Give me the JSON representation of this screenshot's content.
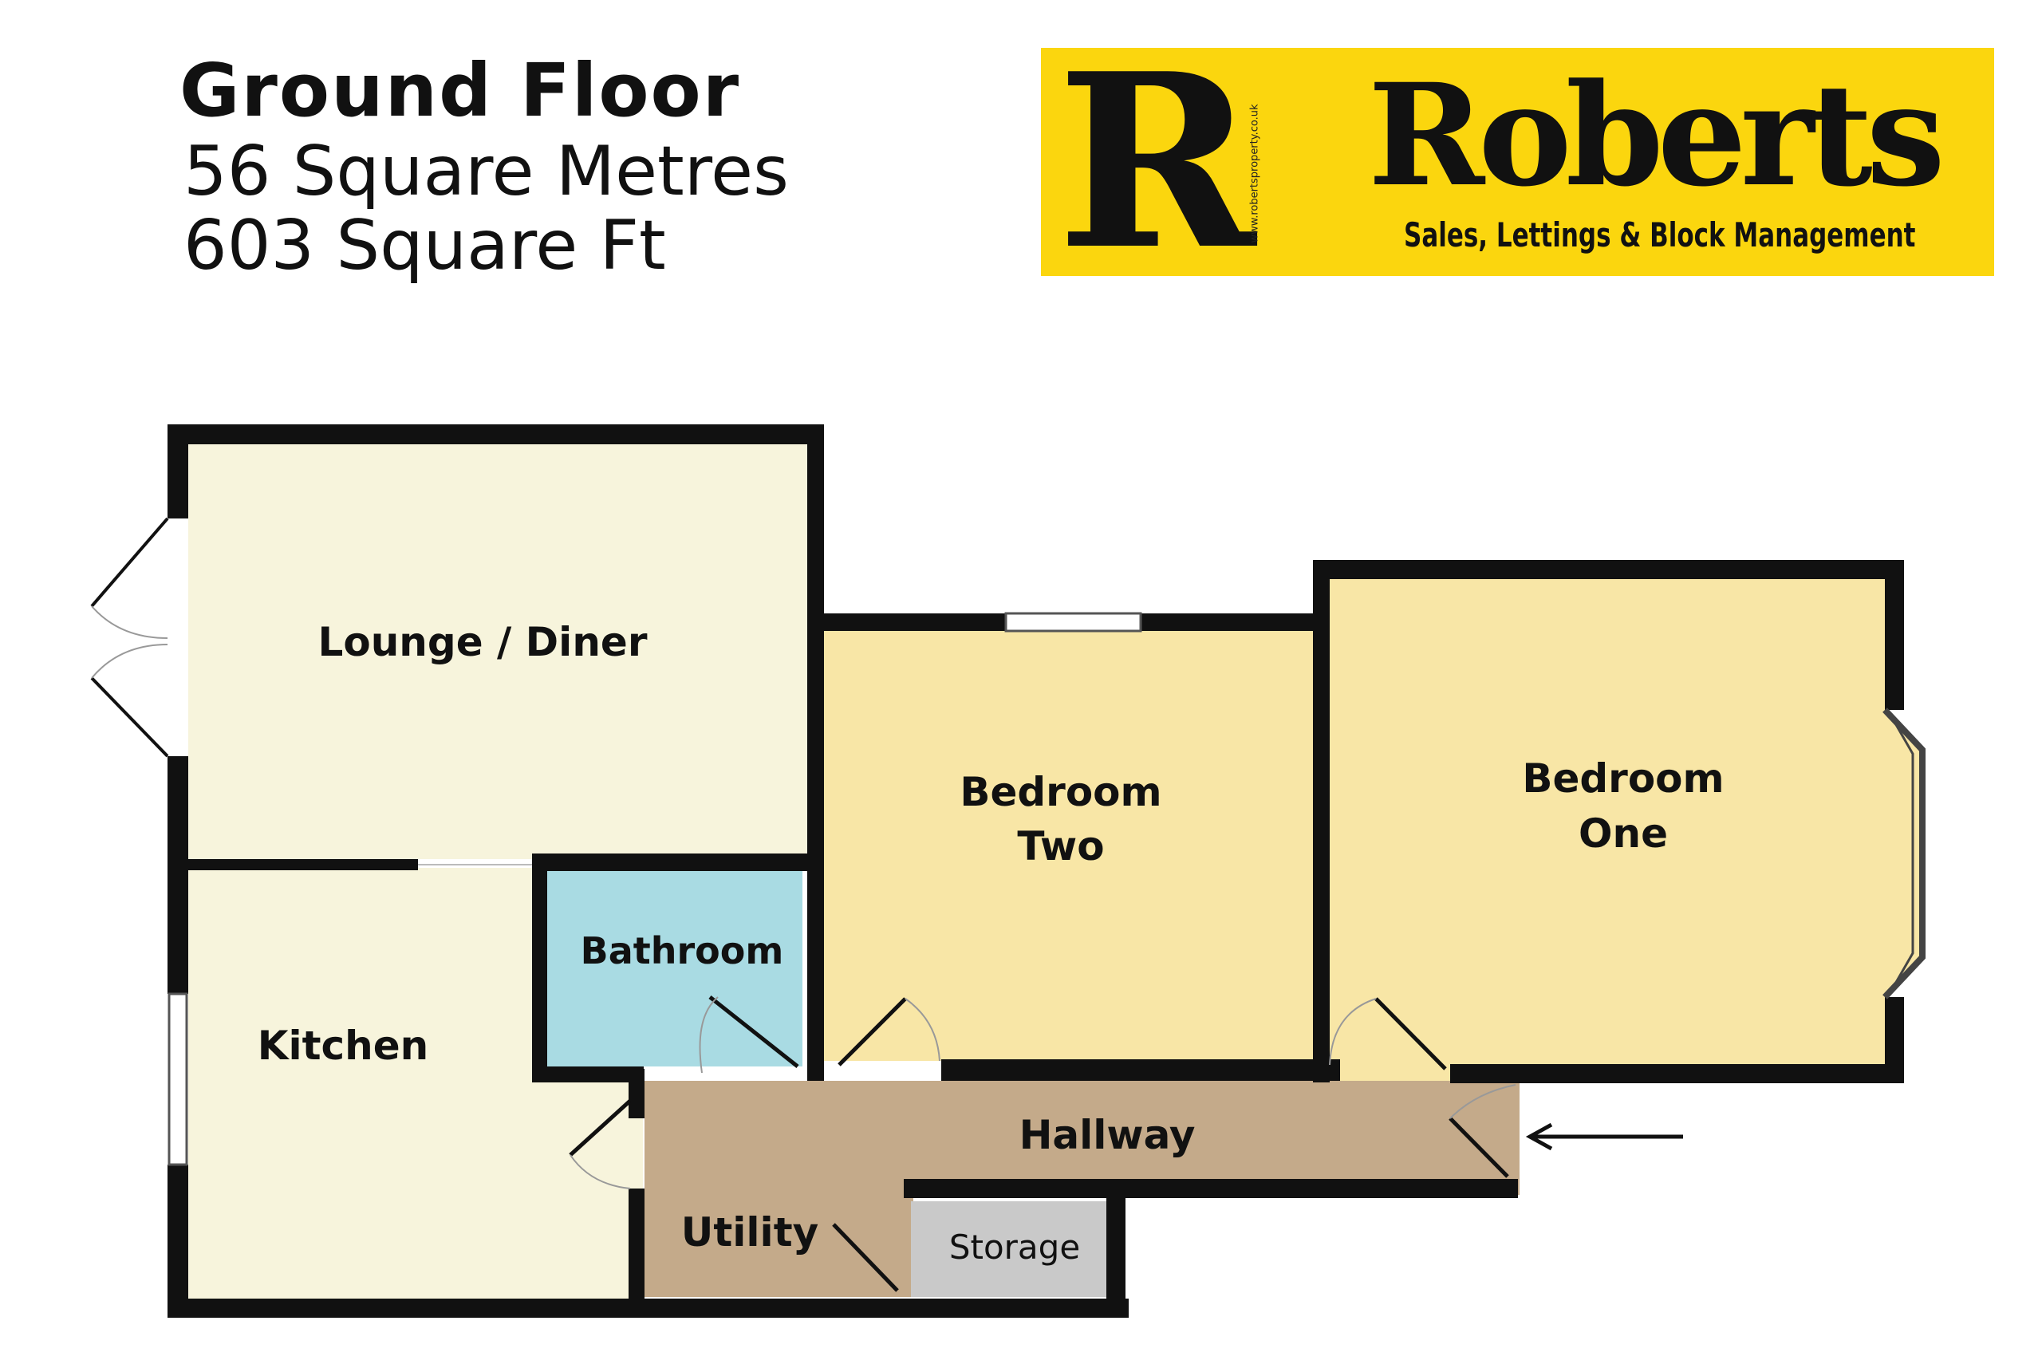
{
  "header": {
    "title": "Ground Floor",
    "area_metres": "56 Square Metres",
    "area_feet": "603 Square Ft"
  },
  "logo": {
    "letter": "R",
    "name": "Roberts",
    "tagline": "Sales, Lettings & Block Management",
    "url": "www.robertsproperty.co.uk",
    "background": "#fbd60e"
  },
  "rooms": {
    "lounge": "Lounge / Diner",
    "bedroom_two_line1": "Bedroom",
    "bedroom_two_line2": "Two",
    "bedroom_one_line1": "Bedroom",
    "bedroom_one_line2": "One",
    "bathroom": "Bathroom",
    "kitchen": "Kitchen",
    "hallway": "Hallway",
    "utility": "Utility",
    "storage": "Storage"
  },
  "colors": {
    "lounge": "#f7f4dc",
    "kitchen": "#f7f4dc",
    "bedroom": "#f8e6a6",
    "bathroom": "#a9dbe3",
    "hallway": "#c4aa8a",
    "storage": "#c9c9c9",
    "wall": "#111111"
  },
  "entrance_arrow": "arrow-left-icon"
}
